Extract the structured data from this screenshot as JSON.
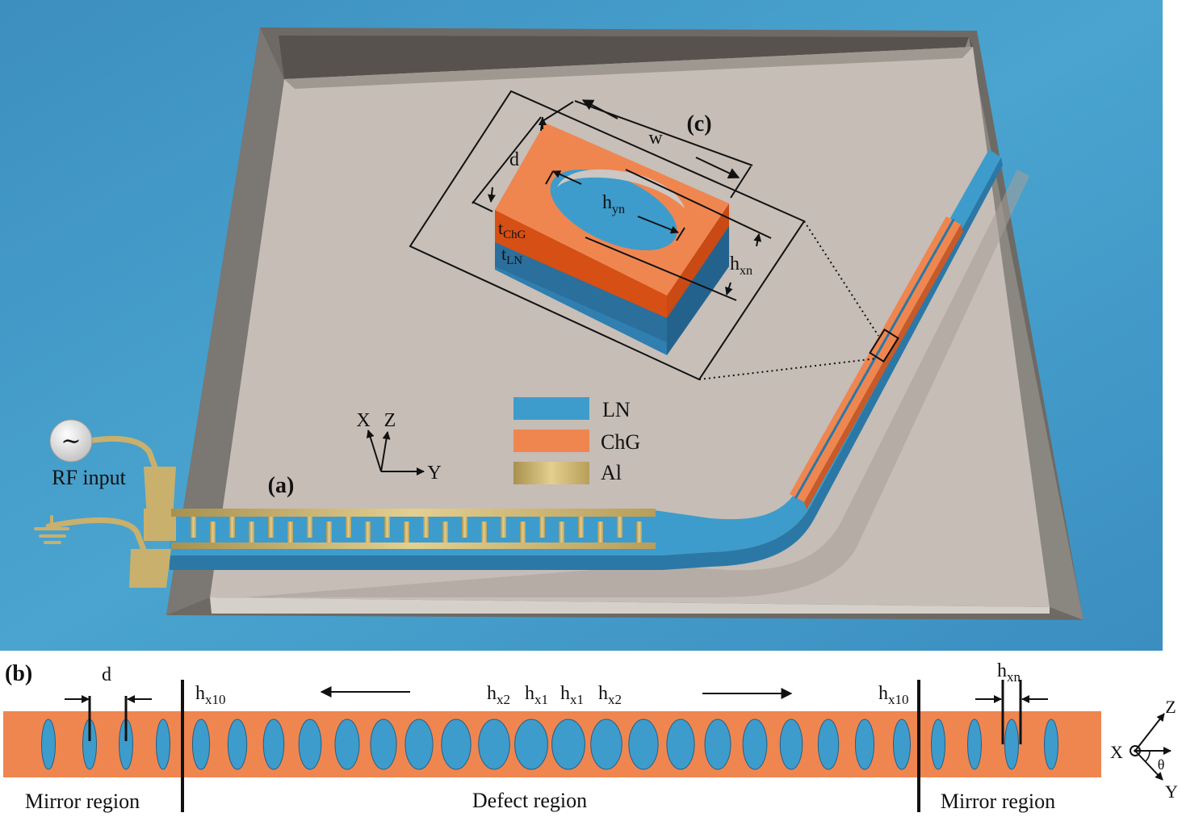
{
  "panel_a": {
    "label": "(a)",
    "rf_input": "RF input",
    "source_symbol": "∼",
    "axes": {
      "x": "X",
      "z": "Z",
      "y": "Y"
    },
    "legend": [
      {
        "name": "LN",
        "color": "#3d9ccb"
      },
      {
        "name": "ChG",
        "color": "#ef8650"
      },
      {
        "name": "Al",
        "color": "#c9b06c"
      }
    ]
  },
  "panel_c": {
    "label": "(c)",
    "w": "w",
    "d": "d",
    "hyn": {
      "base": "h",
      "sub": "yn"
    },
    "hxn": {
      "base": "h",
      "sub": "xn"
    },
    "tchg": {
      "base": "t",
      "sub": "ChG"
    },
    "tln": {
      "base": "t",
      "sub": "LN"
    }
  },
  "panel_b": {
    "label": "(b)",
    "d": "d",
    "hx10_left": {
      "base": "h",
      "sub": "x10"
    },
    "hx2_left": {
      "base": "h",
      "sub": "x2"
    },
    "hx1_left": {
      "base": "h",
      "sub": "x1"
    },
    "hx1_right": {
      "base": "h",
      "sub": "x1"
    },
    "hx2_right": {
      "base": "h",
      "sub": "x2"
    },
    "hx10_right": {
      "base": "h",
      "sub": "x10"
    },
    "hxn": {
      "base": "h",
      "sub": "xn"
    },
    "mirror_left": "Mirror region",
    "defect": "Defect region",
    "mirror_right": "Mirror region",
    "axes": {
      "x": "X",
      "z": "Z",
      "y": "Y",
      "theta": "θ"
    }
  },
  "colors": {
    "background_blue": "#3f97c4",
    "substrate": "#c5bdb6",
    "chg_orange": "#ef8650",
    "ln_blue": "#3d9ccb",
    "al_gold": "#c9b06c"
  }
}
